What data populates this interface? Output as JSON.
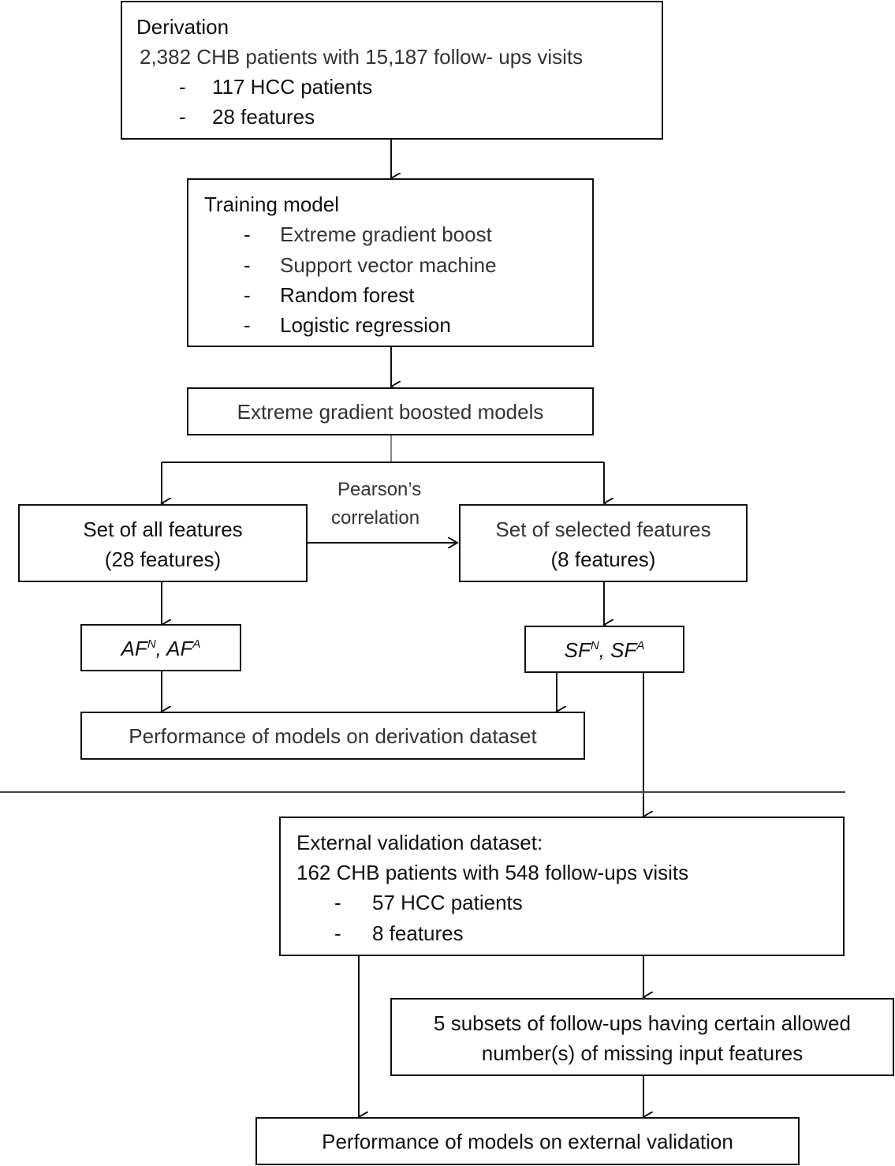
{
  "derivation": {
    "title": "Derivation",
    "summary": "2,382 CHB patients with 15,187 follow- ups visits",
    "items": [
      "117 HCC patients",
      "28 features"
    ]
  },
  "training": {
    "title": "Training model",
    "items": [
      "Extreme gradient boost",
      "Support vector machine",
      "Random forest",
      "Logistic regression"
    ]
  },
  "xgb_models": {
    "label": "Extreme gradient boosted models"
  },
  "all_features": {
    "line1": "Set of all features",
    "line2": "(28 features)"
  },
  "selected_features": {
    "line1": "Set of selected features",
    "line2": "(8 features)"
  },
  "pearson": {
    "line1": "Pearson’s",
    "line2": "correlation"
  },
  "af_models": {
    "base1": "AF",
    "sup1": "N",
    "sep": ", ",
    "base2": "AF",
    "sup2": "A"
  },
  "sf_models": {
    "base1": "SF",
    "sup1": "N",
    "sep": ", ",
    "base2": "SF",
    "sup2": "A"
  },
  "perf_derivation": {
    "label": "Performance of models on derivation dataset"
  },
  "external": {
    "title": "External validation dataset:",
    "summary": "162 CHB patients with 548 follow-ups visits",
    "items": [
      "57 HCC patients",
      "8 features"
    ]
  },
  "subsets": {
    "line1": "5 subsets of follow-ups having certain allowed",
    "line2": "number(s) of missing input features"
  },
  "perf_external": {
    "label": "Performance of models on external validation"
  },
  "bullet": "-"
}
